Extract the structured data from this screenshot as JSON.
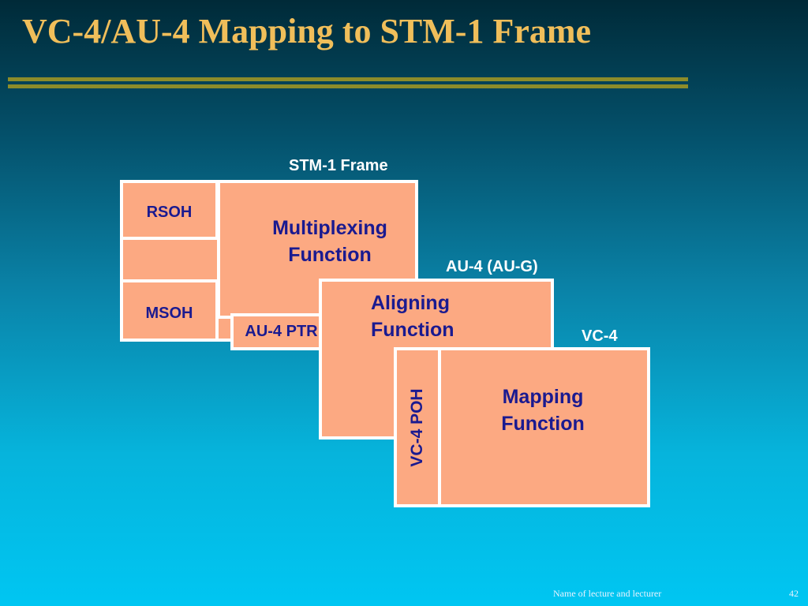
{
  "slide": {
    "title": "VC-4/AU-4 Mapping to STM-1 Frame",
    "footer": "Name of lecture and lecturer",
    "page_number": "42"
  },
  "diagram": {
    "stm1_label": "STM-1 Frame",
    "au4_label": "AU-4 (AU-G)",
    "vc4_label": "VC-4",
    "rsoh": "RSOH",
    "msoh": "MSOH",
    "au4_ptr": "AU-4 PTR",
    "vc4_poh": "VC-4 POH",
    "multiplexing_function": "Multiplexing\nFunction",
    "aligning_function": "Aligning\nFunction",
    "mapping_function": "Mapping\nFunction"
  },
  "colors": {
    "title": "#f0be5a",
    "rule": "#8c8c2a",
    "box_fill": "#fca982",
    "box_border": "#ffffff",
    "box_text": "#1a1a90"
  }
}
